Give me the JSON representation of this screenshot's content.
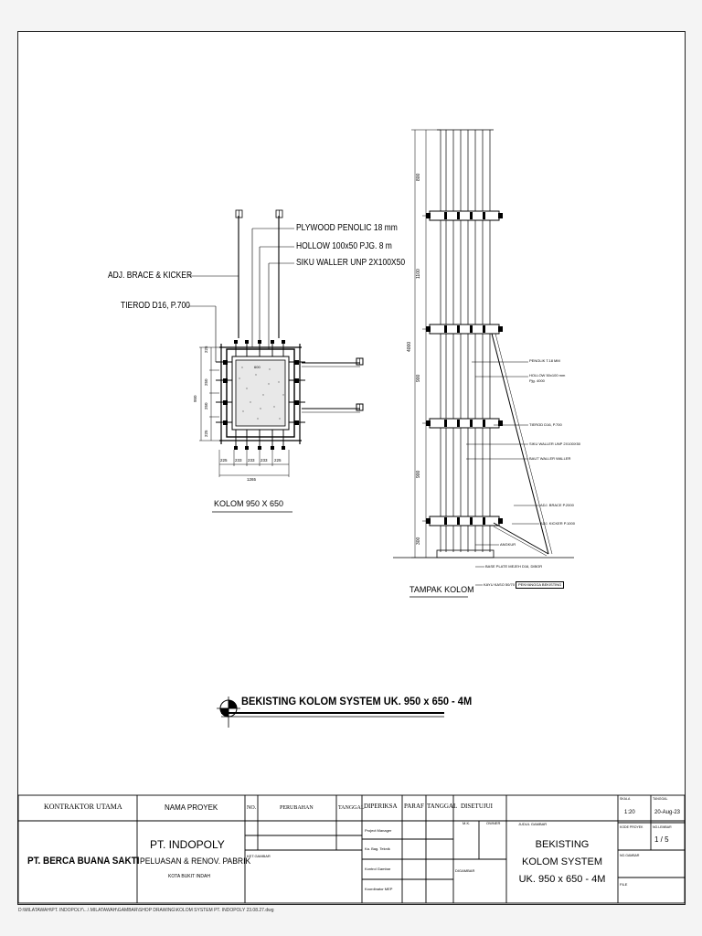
{
  "plan": {
    "plywood": "PLYWOOD PENOLIC 18 mm",
    "hollow": "HOLLOW 100x50 PJG. 8 m",
    "siku": "SIKU WALLER UNP 2X100X50",
    "brace": "ADJ. BRACE & KICKER",
    "tierod": "TIEROD D16, P.700",
    "caption": "KOLOM 950 X 650",
    "dim_bottom": [
      "225",
      "233",
      "233",
      "233",
      "225"
    ],
    "dim_total": "1265",
    "dim_left": [
      "225",
      "250",
      "250",
      "225"
    ],
    "dim_left_total": "950",
    "section_mark": "600"
  },
  "elevation": {
    "dims": [
      "800",
      "1100",
      "900",
      "900",
      "300"
    ],
    "total": "4000",
    "labels": {
      "penolic": "PENOLIK T.18 MM",
      "hollow": "HOLLOW 50x100 mm",
      "hollow_pjg": "Pjg. 4000",
      "tierod": "TIEROD D16, P.700",
      "siku": "SIKU WALLER UNP 2X100X50",
      "baut": "BAUT WALLER WALLER",
      "adj_brace": "ADJ. BRACE P.2000",
      "adj_kicker": "ADJ. KICKER P.1000",
      "angkur": "ANGKUR",
      "base": "BASE PLATE MEJEH D16, DIBOR",
      "kayu": "KAYU KASO 50/70",
      "kayu_note": "PENYANGGA BEKISTING"
    },
    "caption": "TAMPAK KOLOM"
  },
  "title": "BEKISTING KOLOM SYSTEM UK. 950 x 650 - 4M",
  "titleblock": {
    "kontraktor_label": "KONTRAKTOR UTAMA",
    "kontraktor": "PT. BERCA BUANA SAKTI",
    "nama_proyek_label": "NAMA PROYEK",
    "proyek_1": "PT. INDOPOLY",
    "proyek_2": "PELUASAN & RENOV. PABRIK",
    "proyek_3": "KOTA BUKIT INDAH",
    "no_label": "NO.",
    "perubahan_label": "PERUBAHAN",
    "tanggal_label": "TANGGAL",
    "ket_label": "KET.GAMBAR",
    "diperiksa_label": "DIPERIKSA",
    "paraf_label": "PARAF",
    "tanggal2_label": "TANGGAL",
    "disetujui_label": "DISETUJUI",
    "rows": [
      "Project Manager",
      "Ka. Bag. Teknik",
      "Kontrol Gambar",
      "Koordinator MEP"
    ],
    "mk": "M.K.",
    "owner": "OWNER",
    "digambar": "DIGAMBAR",
    "judul_label": "JUDUL GAMBAR",
    "judul_1": "BEKISTING",
    "judul_2": "KOLOM SYSTEM",
    "judul_3": "UK. 950 x 650 - 4M",
    "skala_label": "SKALA",
    "skala": "1:20",
    "tanggal3_label": "TANGGAL",
    "tanggal": "20-Aug-23",
    "kode_label": "KODE PROYEK",
    "lembar_label": "NO.LEMBAR",
    "lembar": "1 / 5",
    "no_gambar_label": "NO.GAMBAR",
    "file_label": "FILE"
  },
  "file_path": "D:\\MILATAWAH\\PT. INDOPOLY\\...\\ MILATAWAH\\GAMBAR\\SHOP DRAWING\\KOLOM SYSTEM PT. INDOPOLY 23.08.27.dwg"
}
